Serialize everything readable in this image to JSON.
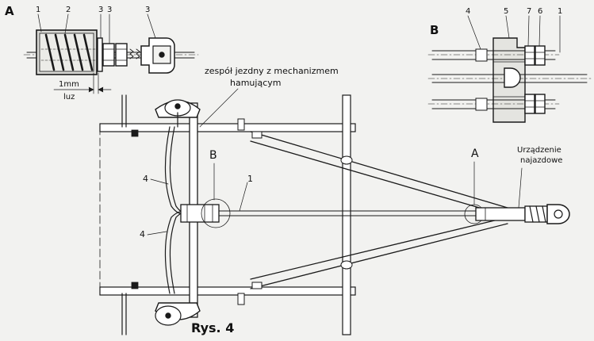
{
  "detail_a": {
    "letter": "A",
    "callouts": [
      "1",
      "2",
      "3",
      "3",
      "3"
    ],
    "gap_value": "1mm",
    "gap_label": "luz"
  },
  "detail_b": {
    "letter": "B",
    "callouts": [
      "4",
      "5",
      "7",
      "6",
      "1"
    ]
  },
  "main_view": {
    "assembly_label_line1": "zespół jezdny z mechanizmem",
    "assembly_label_line2": "hamującym",
    "marker_b": "B",
    "marker_a": "A",
    "coupler_label_line1": "Urządzenie",
    "coupler_label_line2": "najazdowe",
    "callout_1": "1",
    "callout_4_upper": "4",
    "callout_4_lower": "4"
  },
  "caption": "Rys. 4"
}
